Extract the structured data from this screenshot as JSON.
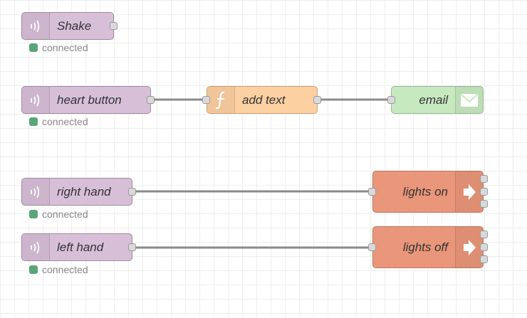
{
  "nodes": {
    "shake": {
      "label": "Shake",
      "status": "connected",
      "icon": "wireless-signal-icon"
    },
    "heart_button": {
      "label": "heart button",
      "status": "connected",
      "icon": "wireless-signal-icon"
    },
    "add_text": {
      "label": "add text",
      "icon": "function-icon"
    },
    "email": {
      "label": "email",
      "icon": "envelope-icon"
    },
    "right_hand": {
      "label": "right hand",
      "status": "connected",
      "icon": "wireless-signal-icon"
    },
    "left_hand": {
      "label": "left hand",
      "status": "connected",
      "icon": "wireless-signal-icon"
    },
    "lights_on": {
      "label": "lights on",
      "icon": "arrow-right-icon"
    },
    "lights_off": {
      "label": "lights off",
      "icon": "arrow-right-icon"
    }
  },
  "colors": {
    "input_node": "#d8bfd8",
    "function_node": "#fdd0a2",
    "email_node": "#c7e9c0",
    "output_node": "#e9967a",
    "status_connected": "#5aa57a",
    "wire": "#8a8a8a"
  }
}
